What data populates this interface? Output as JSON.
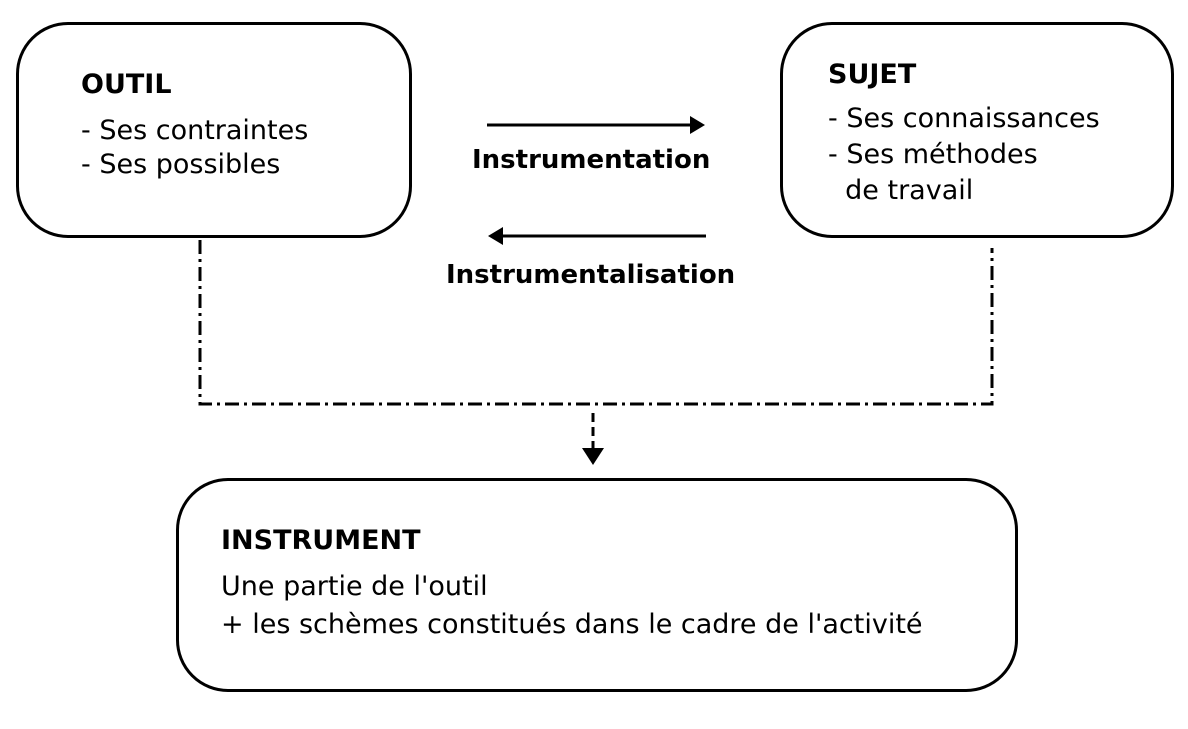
{
  "boxes": {
    "outil": {
      "title": "OUTIL",
      "lines": [
        "- Ses contraintes",
        "- Ses possibles"
      ]
    },
    "sujet": {
      "title": "SUJET",
      "lines": [
        "- Ses connaissances",
        "- Ses méthodes",
        "  de travail"
      ]
    },
    "instrument": {
      "title": "INSTRUMENT",
      "lines": [
        "Une partie de l'outil",
        "+ les schèmes constitués dans le cadre de l'activité"
      ]
    }
  },
  "arrows": {
    "instrumentation": "Instrumentation",
    "instrumentalisation": "Instrumentalisation"
  }
}
